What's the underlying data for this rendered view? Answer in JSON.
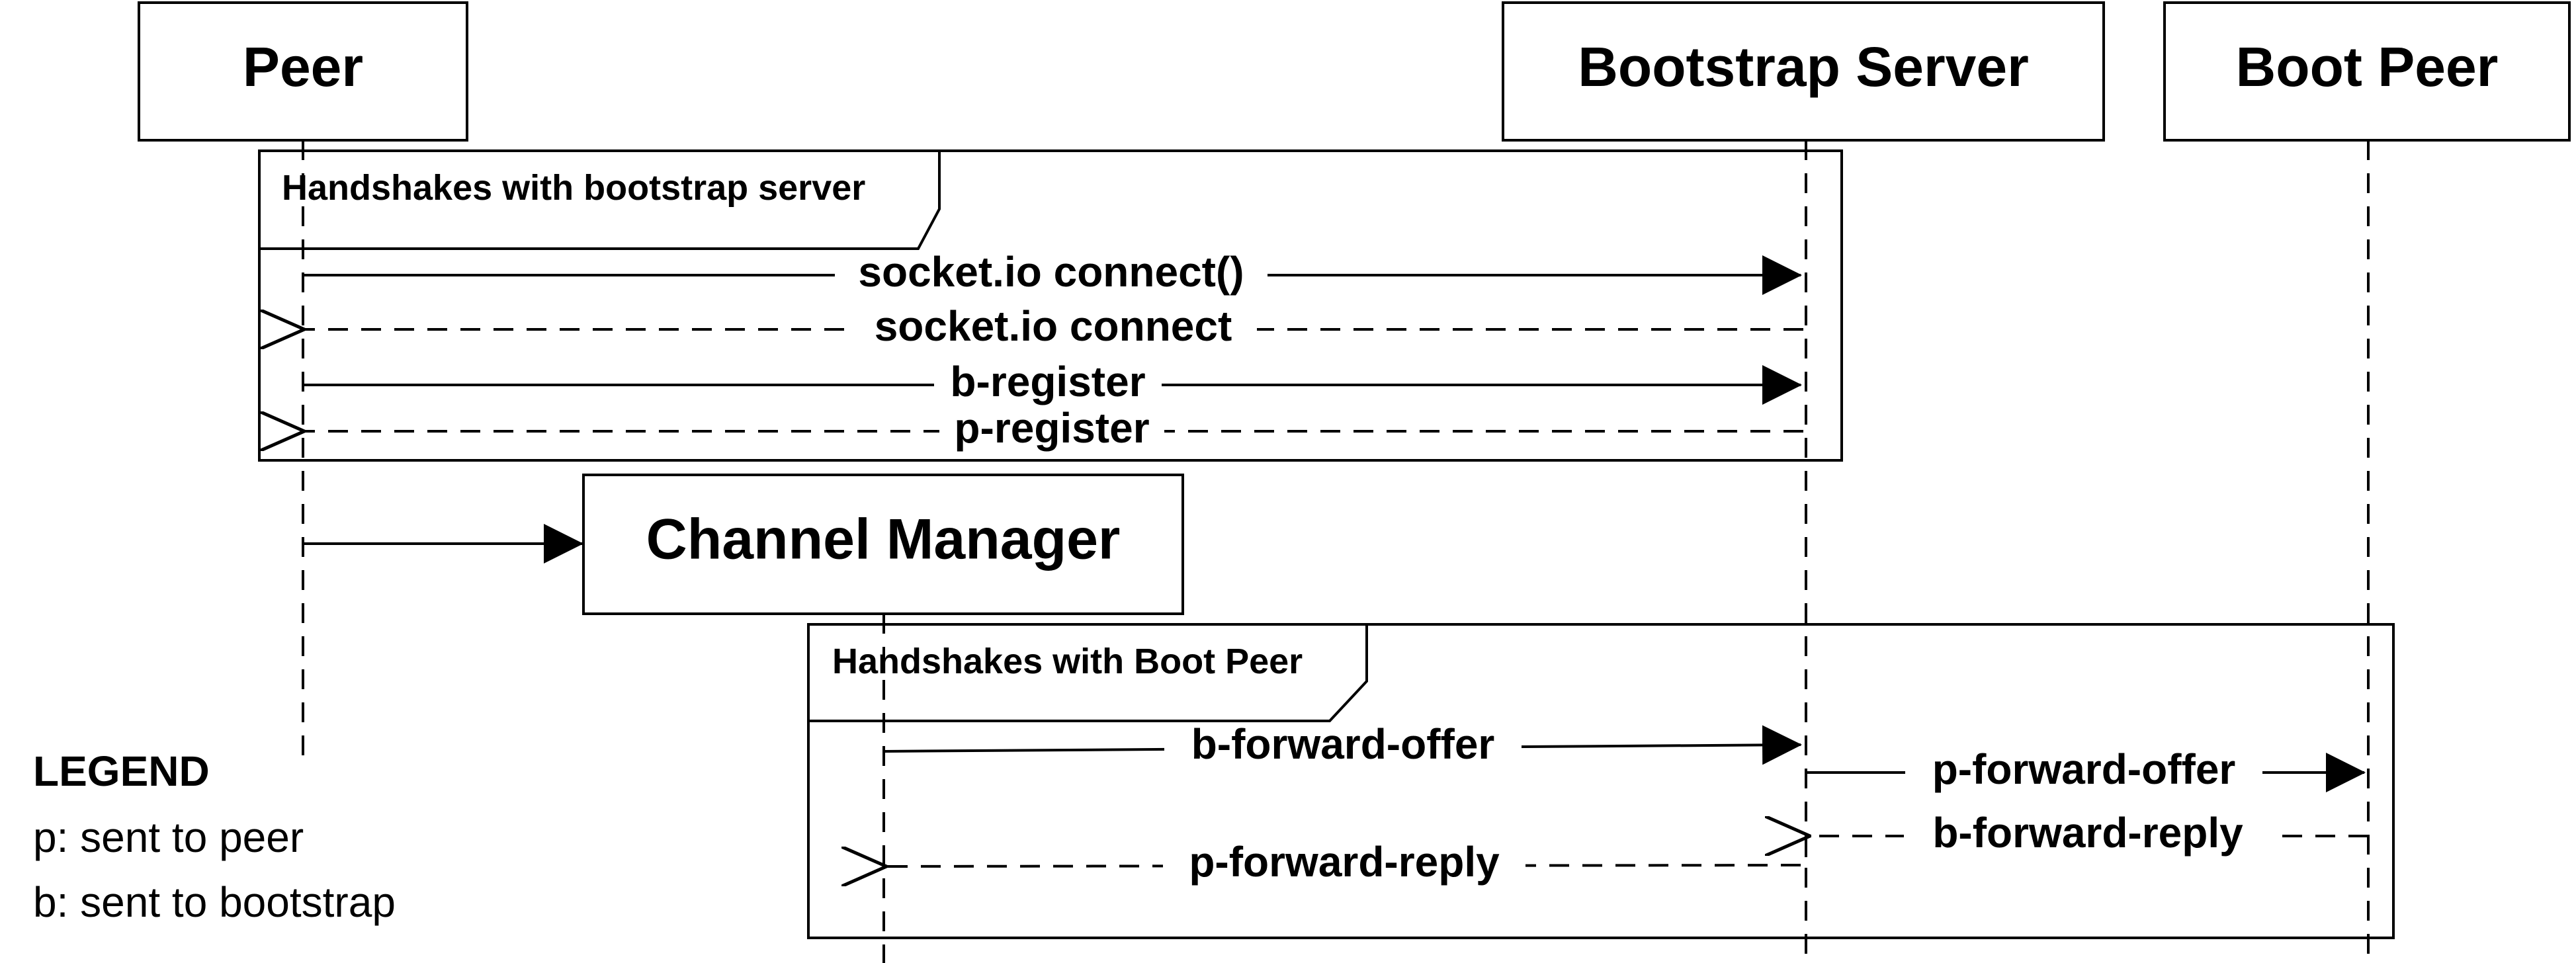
{
  "participants": {
    "peer": "Peer",
    "bootstrap": "Bootstrap Server",
    "bootpeer": "Boot Peer",
    "channel_manager": "Channel Manager"
  },
  "frames": {
    "bootstrap_handshake": "Handshakes with bootstrap server",
    "bootpeer_handshake": "Handshakes with Boot Peer"
  },
  "messages": {
    "m1": "socket.io connect()",
    "m2": "socket.io connect",
    "m3": "b-register",
    "m4": "p-register",
    "m5": "b-forward-offer",
    "m6": "p-forward-offer",
    "m7": "b-forward-reply",
    "m8": "p-forward-reply"
  },
  "legend": {
    "title": "LEGEND",
    "p": "p: sent to peer",
    "b": "b: sent to bootstrap"
  }
}
